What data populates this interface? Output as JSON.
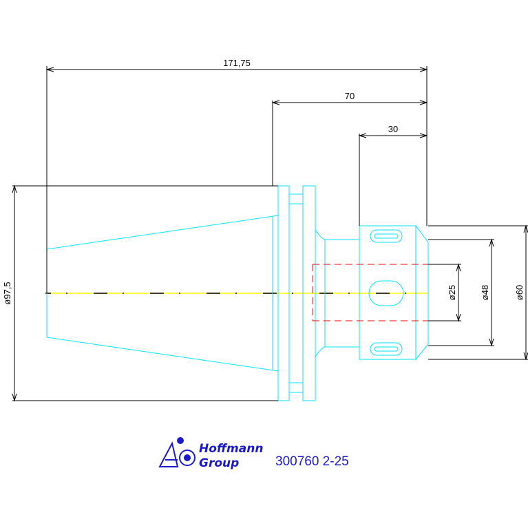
{
  "dimensions": {
    "overall_length": "171,75",
    "flange_to_end": "70",
    "collet_length": "30",
    "taper_diameter": "ø97,5",
    "bore_diameter": "ø25",
    "nut_inner_diameter": "ø48",
    "nut_outer_diameter": "ø60"
  },
  "title_block": {
    "brand_line1": "Hoffmann",
    "brand_line2": "Group",
    "part_number": "300760 2-25"
  },
  "colors": {
    "outline": "#00e5ff",
    "dimension": "#000000",
    "centerline": "#ffff00",
    "bore": "#ff0000",
    "brand": "#1a1acc"
  }
}
